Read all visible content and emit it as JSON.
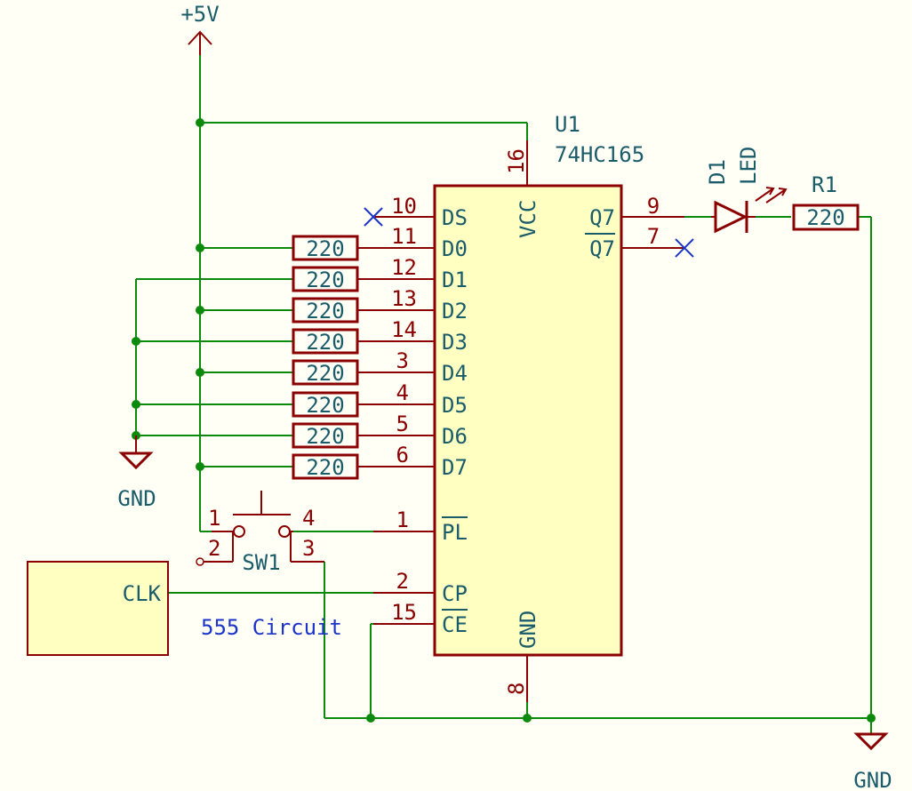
{
  "power": {
    "vcc_label": "+5V",
    "gnd_left_label": "GND",
    "gnd_right_label": "GND"
  },
  "ic": {
    "ref": "U1",
    "value": "74HC165",
    "pins": {
      "vcc": {
        "name": "VCC",
        "num": "16"
      },
      "gnd": {
        "name": "GND",
        "num": "8"
      },
      "ds": {
        "name": "DS",
        "num": "10"
      },
      "d0": {
        "name": "D0",
        "num": "11"
      },
      "d1": {
        "name": "D1",
        "num": "12"
      },
      "d2": {
        "name": "D2",
        "num": "13"
      },
      "d3": {
        "name": "D3",
        "num": "14"
      },
      "d4": {
        "name": "D4",
        "num": "3"
      },
      "d5": {
        "name": "D5",
        "num": "4"
      },
      "d6": {
        "name": "D6",
        "num": "5"
      },
      "d7": {
        "name": "D7",
        "num": "6"
      },
      "pl": {
        "name": "PL",
        "num": "1"
      },
      "cp": {
        "name": "CP",
        "num": "2"
      },
      "ce": {
        "name": "CE",
        "num": "15"
      },
      "q7": {
        "name": "Q7",
        "num": "9"
      },
      "q7n": {
        "name": "Q7",
        "num": "7"
      }
    }
  },
  "input_resistors": {
    "value": "220"
  },
  "led": {
    "ref": "D1",
    "value": "LED"
  },
  "r1": {
    "ref": "R1",
    "value": "220"
  },
  "switch": {
    "ref": "SW1",
    "pins": [
      "1",
      "2",
      "3",
      "4"
    ]
  },
  "clock_block": {
    "port": "CLK",
    "label": "555 Circuit"
  },
  "colors": {
    "wire": "#0c8a0c",
    "symbol": "#8b0000",
    "symbol_fill": "#ffffc2",
    "label_teal": "#1b5c6b",
    "no_connect": "#1c34c8",
    "background": "#fffff6"
  }
}
